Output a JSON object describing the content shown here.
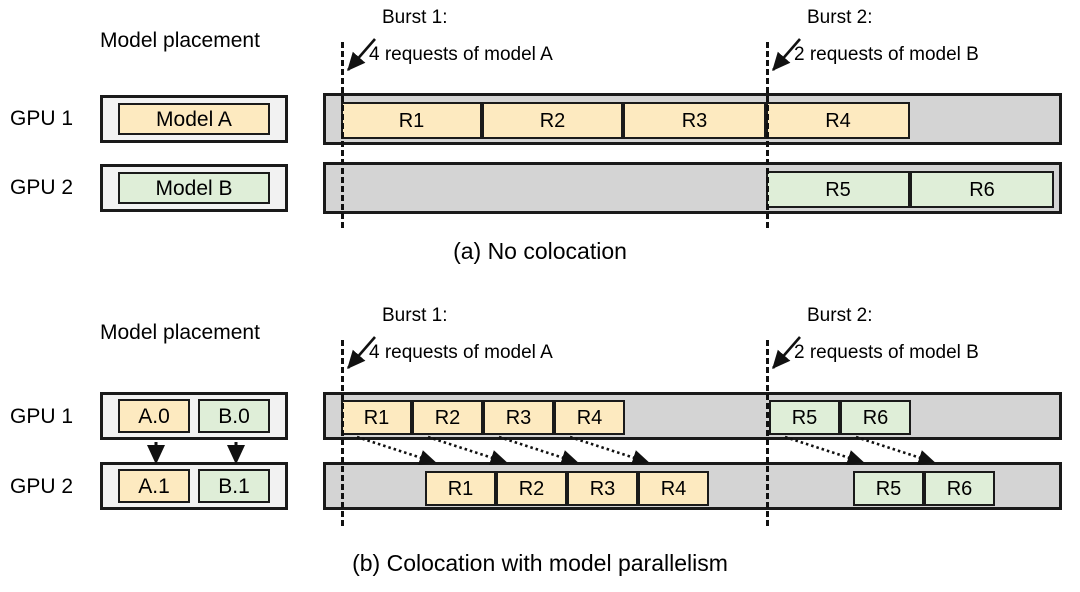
{
  "figure": {
    "panels": [
      {
        "id": "a",
        "caption": "(a) No colocation",
        "placement_title": "Model placement",
        "rows": [
          {
            "gpu_label": "GPU 1",
            "placement_chips": [
              {
                "label": "Model A",
                "color": "amber"
              }
            ],
            "requests": [
              {
                "label": "R1",
                "color": "amber"
              },
              {
                "label": "R2",
                "color": "amber"
              },
              {
                "label": "R3",
                "color": "amber"
              },
              {
                "label": "R4",
                "color": "amber"
              }
            ]
          },
          {
            "gpu_label": "GPU 2",
            "placement_chips": [
              {
                "label": "Model B",
                "color": "green"
              }
            ],
            "requests": [
              {
                "label": "R5",
                "color": "green"
              },
              {
                "label": "R6",
                "color": "green"
              }
            ]
          }
        ],
        "bursts": [
          {
            "title": "Burst 1:",
            "subtitle": "4 requests of model A"
          },
          {
            "title": "Burst 2:",
            "subtitle": "2 requests of model B"
          }
        ]
      },
      {
        "id": "b",
        "caption": "(b) Colocation with model parallelism",
        "placement_title": "Model placement",
        "rows": [
          {
            "gpu_label": "GPU 1",
            "placement_chips": [
              {
                "label": "A.0",
                "color": "amber"
              },
              {
                "label": "B.0",
                "color": "green"
              }
            ],
            "requests": [
              {
                "label": "R1",
                "color": "amber"
              },
              {
                "label": "R2",
                "color": "amber"
              },
              {
                "label": "R3",
                "color": "amber"
              },
              {
                "label": "R4",
                "color": "amber"
              },
              {
                "label": "R5",
                "color": "green"
              },
              {
                "label": "R6",
                "color": "green"
              }
            ]
          },
          {
            "gpu_label": "GPU 2",
            "placement_chips": [
              {
                "label": "A.1",
                "color": "amber"
              },
              {
                "label": "B.1",
                "color": "green"
              }
            ],
            "requests": [
              {
                "label": "R1",
                "color": "amber"
              },
              {
                "label": "R2",
                "color": "amber"
              },
              {
                "label": "R3",
                "color": "amber"
              },
              {
                "label": "R4",
                "color": "amber"
              },
              {
                "label": "R5",
                "color": "green"
              },
              {
                "label": "R6",
                "color": "green"
              }
            ]
          }
        ],
        "bursts": [
          {
            "title": "Burst 1:",
            "subtitle": "4 requests of model A"
          },
          {
            "title": "Burst 2:",
            "subtitle": "2 requests of model B"
          }
        ]
      }
    ]
  },
  "colors": {
    "model_a": "#fdeac0",
    "model_b": "#dfeed8",
    "track_idle": "#d4d4d4",
    "placement_bg": "#f2f2f2",
    "stroke": "#1a1a1a"
  }
}
